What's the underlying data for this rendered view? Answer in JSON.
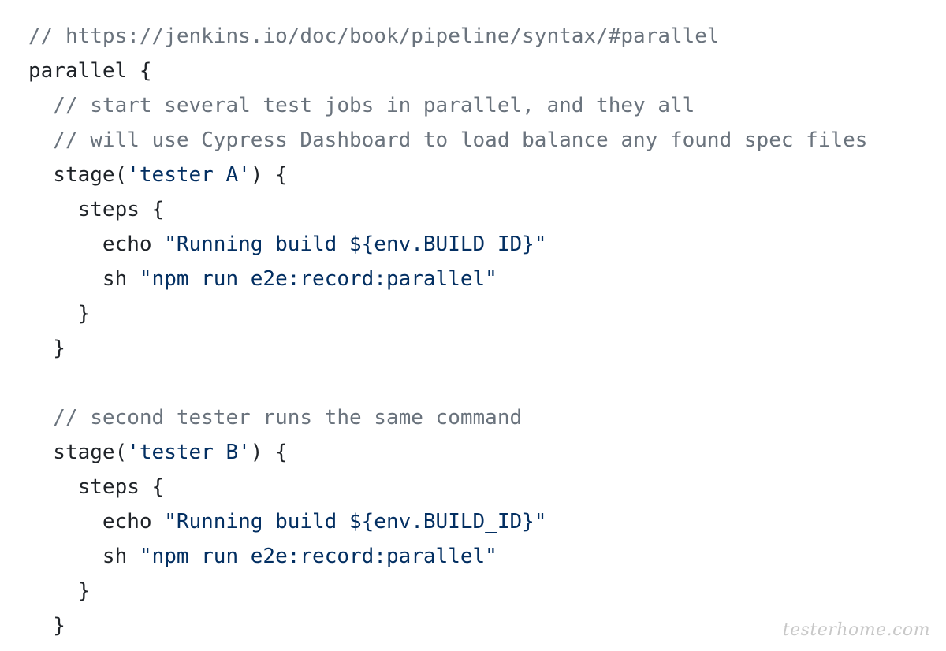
{
  "code": {
    "lines": [
      [
        {
          "t": "comment",
          "v": "// https://jenkins.io/doc/book/pipeline/syntax/#parallel"
        }
      ],
      [
        {
          "t": "plain",
          "v": "parallel {"
        }
      ],
      [
        {
          "t": "comment",
          "v": "  // start several test jobs in parallel, and they all"
        }
      ],
      [
        {
          "t": "comment",
          "v": "  // will use Cypress Dashboard to load balance any found spec files"
        }
      ],
      [
        {
          "t": "plain",
          "v": "  stage("
        },
        {
          "t": "string",
          "v": "'tester A'"
        },
        {
          "t": "plain",
          "v": ") {"
        }
      ],
      [
        {
          "t": "plain",
          "v": "    steps {"
        }
      ],
      [
        {
          "t": "plain",
          "v": "      echo "
        },
        {
          "t": "string",
          "v": "\"Running build ${env.BUILD_ID}\""
        }
      ],
      [
        {
          "t": "plain",
          "v": "      sh "
        },
        {
          "t": "string",
          "v": "\"npm run e2e:record:parallel\""
        }
      ],
      [
        {
          "t": "plain",
          "v": "    }"
        }
      ],
      [
        {
          "t": "plain",
          "v": "  }"
        }
      ],
      [
        {
          "t": "plain",
          "v": ""
        }
      ],
      [
        {
          "t": "comment",
          "v": "  // second tester runs the same command"
        }
      ],
      [
        {
          "t": "plain",
          "v": "  stage("
        },
        {
          "t": "string",
          "v": "'tester B'"
        },
        {
          "t": "plain",
          "v": ") {"
        }
      ],
      [
        {
          "t": "plain",
          "v": "    steps {"
        }
      ],
      [
        {
          "t": "plain",
          "v": "      echo "
        },
        {
          "t": "string",
          "v": "\"Running build ${env.BUILD_ID}\""
        }
      ],
      [
        {
          "t": "plain",
          "v": "      sh "
        },
        {
          "t": "string",
          "v": "\"npm run e2e:record:parallel\""
        }
      ],
      [
        {
          "t": "plain",
          "v": "    }"
        }
      ],
      [
        {
          "t": "plain",
          "v": "  }"
        }
      ]
    ]
  },
  "watermark": {
    "text": "testerhome.com"
  },
  "colors": {
    "comment": "#6a737d",
    "text": "#1f2328",
    "string": "#032f62",
    "background": "#ffffff"
  }
}
